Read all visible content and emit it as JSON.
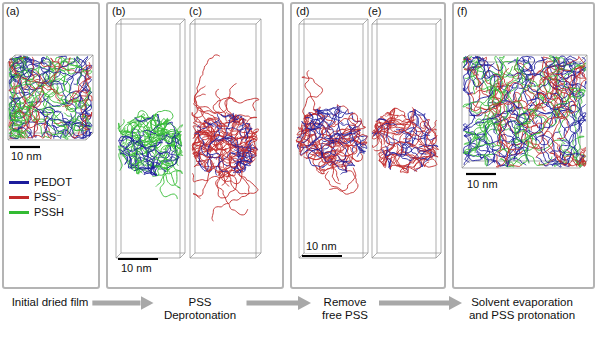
{
  "diagram": {
    "nodes": [
      {
        "text": [
          "(a)"
        ]
      },
      {
        "text": [
          "(b)",
          "(c)"
        ]
      },
      {
        "text": [
          "(d)",
          "(e)"
        ]
      },
      {
        "text": [
          "(f)"
        ]
      },
      {
        "text": [
          "Initial dried film"
        ]
      },
      {
        "text": [
          "PSS Deprotonation"
        ]
      },
      {
        "text": [
          "Remove free PSS"
        ]
      },
      {
        "text": [
          "Solvent evaporation and PSS protonation"
        ]
      }
    ],
    "edges": [
      {
        "from": 4,
        "to": 5,
        "arrow": "to"
      },
      {
        "from": 5,
        "to": 6,
        "arrow": "to"
      },
      {
        "from": 6,
        "to": 7,
        "arrow": "to"
      }
    ],
    "labels": [
      "10 nm",
      "10 nm",
      "10 nm",
      "10 nm"
    ],
    "legend": [
      {
        "text": "PEDOT",
        "color": "#1c1c9c"
      },
      {
        "text": "PSS⁻",
        "color": "#c22a2a"
      },
      {
        "text": "PSSH",
        "color": "#33bb33"
      }
    ]
  }
}
